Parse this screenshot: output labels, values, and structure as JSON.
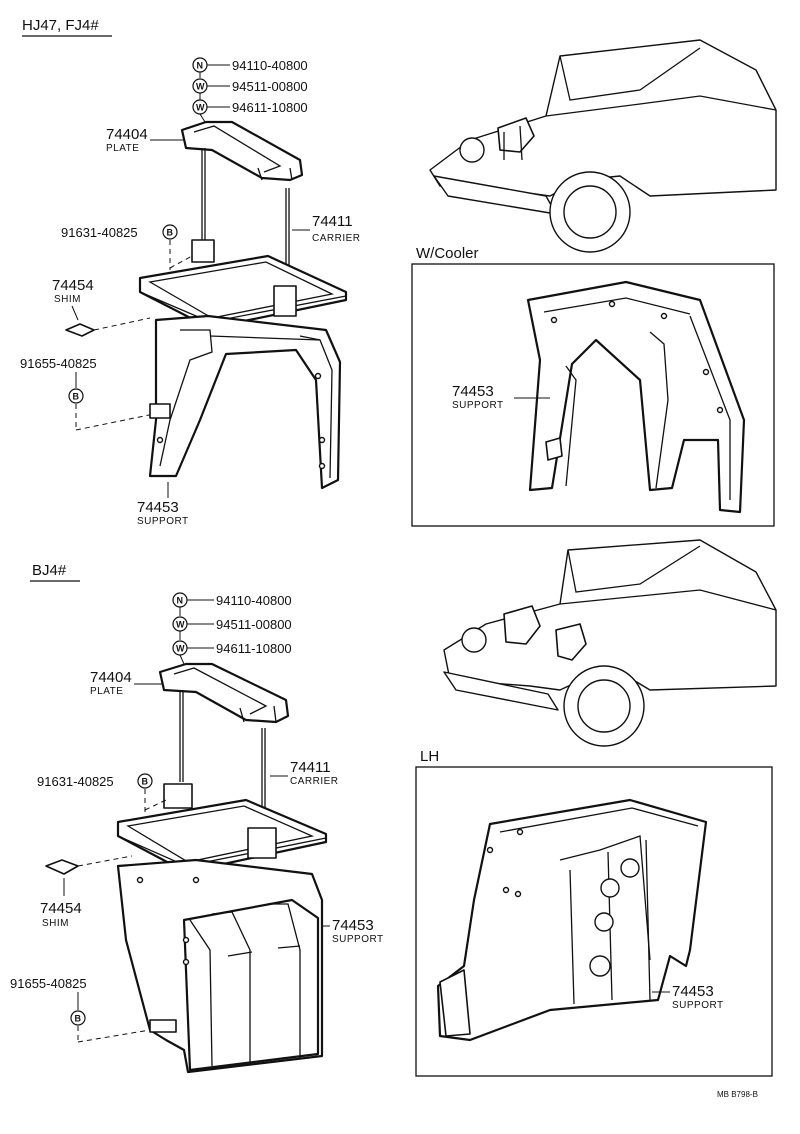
{
  "sections": {
    "top_header": "HJ47, FJ4#",
    "bottom_header": "BJ4#",
    "cooler_box_title": "W/Cooler",
    "lh_box_title": "LH"
  },
  "top": {
    "nut": {
      "symbol": "N",
      "part_no": "94110-40800"
    },
    "washer1": {
      "symbol": "W",
      "part_no": "94511-00800"
    },
    "washer2": {
      "symbol": "W",
      "part_no": "94611-10800"
    },
    "plate": {
      "part_no": "74404",
      "name": "PLATE"
    },
    "carrier": {
      "part_no": "74411",
      "name": "CARRIER"
    },
    "bolt": {
      "part_no": "91631-40825",
      "symbol": "B"
    },
    "shim": {
      "part_no": "74454",
      "name": "SHIM"
    },
    "bolt2": {
      "part_no": "91655-40825",
      "symbol": "B"
    },
    "support": {
      "part_no": "74453",
      "name": "SUPPORT"
    },
    "cooler_support": {
      "part_no": "74453",
      "name": "SUPPORT"
    }
  },
  "bottom": {
    "nut": {
      "symbol": "N",
      "part_no": "94110-40800"
    },
    "washer1": {
      "symbol": "W",
      "part_no": "94511-00800"
    },
    "washer2": {
      "symbol": "W",
      "part_no": "94611-10800"
    },
    "plate": {
      "part_no": "74404",
      "name": "PLATE"
    },
    "carrier": {
      "part_no": "74411",
      "name": "CARRIER"
    },
    "bolt": {
      "part_no": "91631-40825",
      "symbol": "B"
    },
    "shim": {
      "part_no": "74454",
      "name": "SHIM"
    },
    "bolt2": {
      "part_no": "91655-40825",
      "symbol": "B"
    },
    "support": {
      "part_no": "74453",
      "name": "SUPPORT"
    },
    "lh_support": {
      "part_no": "74453",
      "name": "SUPPORT"
    }
  },
  "footer_code": "MB  B798-B"
}
